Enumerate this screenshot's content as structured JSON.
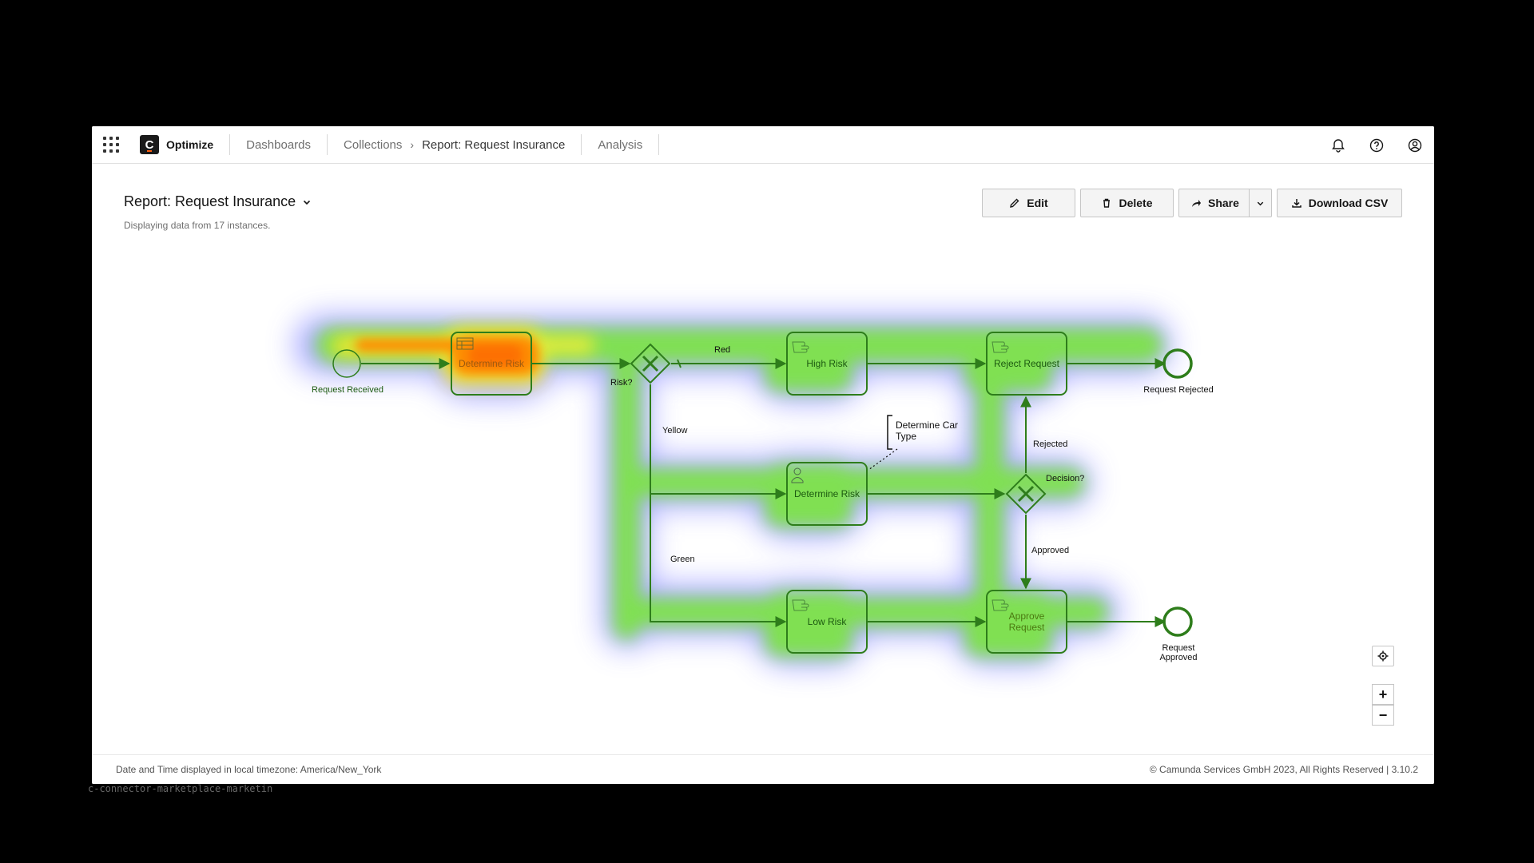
{
  "header": {
    "brand": "Optimize",
    "logo_letter": "C",
    "nav": {
      "dashboards": "Dashboards",
      "collections": "Collections",
      "breadcrumb_current": "Report: Request Insurance",
      "analysis": "Analysis"
    }
  },
  "report": {
    "title": "Report: Request Insurance",
    "subtitle": "Displaying data from 17 instances.",
    "actions": {
      "edit": "Edit",
      "delete": "Delete",
      "share": "Share",
      "download": "Download CSV"
    }
  },
  "diagram": {
    "events": {
      "start": "Request Received",
      "end_rejected": "Request Rejected",
      "end_approved_1": "Request",
      "end_approved_2": "Approved"
    },
    "tasks": {
      "determine_risk_top": "Determine Risk",
      "high_risk": "High Risk",
      "reject_request": "Reject Request",
      "determine_risk_mid": "Determine Risk",
      "low_risk": "Low Risk",
      "approve_request_1": "Approve",
      "approve_request_2": "Request"
    },
    "gateways": {
      "risk": "Risk?",
      "decision": "Decision?"
    },
    "flows": {
      "red": "Red",
      "yellow": "Yellow",
      "green": "Green",
      "rejected": "Rejected",
      "approved": "Approved"
    },
    "annotation": {
      "line1": "Determine Car",
      "line2": "Type"
    },
    "colors": {
      "flow": "#2e7d1b",
      "heat_hot": "#ff8a00",
      "heat_warm": "#f0e62a",
      "heat_mid": "#7ee34a",
      "heat_cool": "#8a8cff"
    }
  },
  "zoom": {
    "fit": "fit-icon",
    "in": "+",
    "out": "−"
  },
  "footer": {
    "timezone": "Date and Time displayed in local timezone: America/New_York",
    "copyright": "© Camunda Services GmbH 2023, All Rights Reserved | 3.10.2"
  }
}
